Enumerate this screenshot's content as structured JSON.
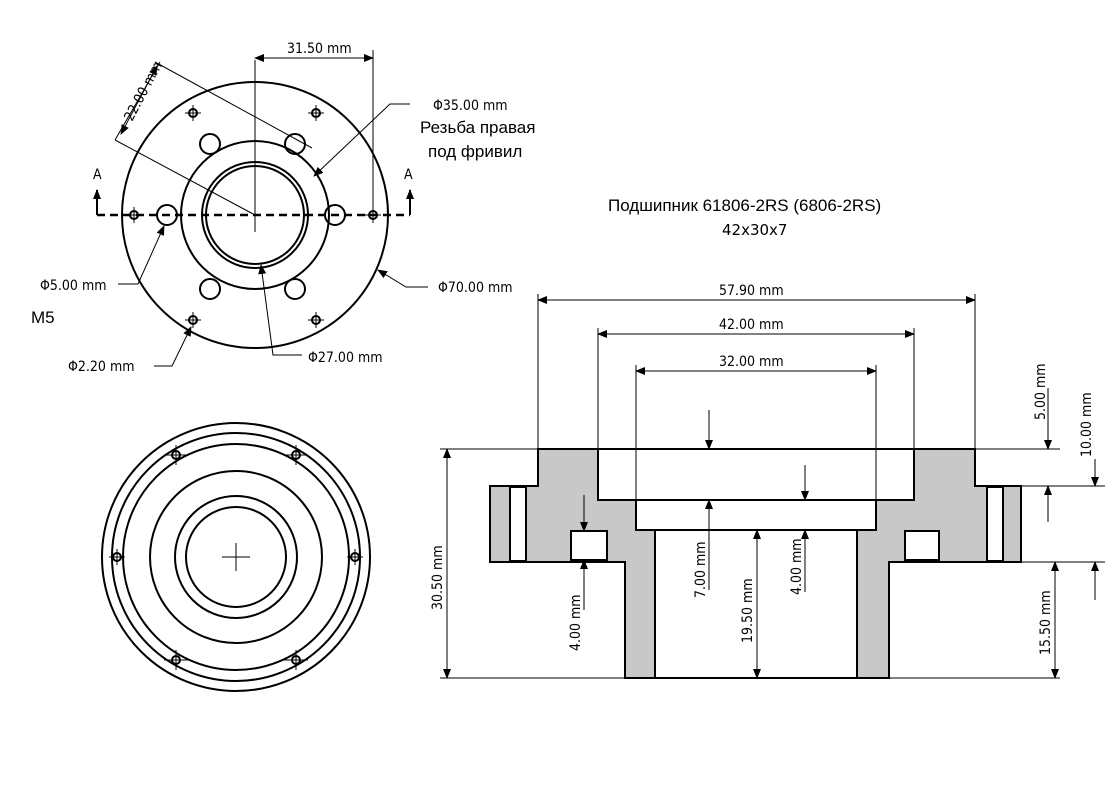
{
  "colors": {
    "line": "#000000",
    "section_fill": "#c8c8c8",
    "background": "#ffffff"
  },
  "top_view": {
    "dim_31_50": "31.50 mm",
    "dim_22_00": "22.00 mm",
    "dia_35": "Φ35.00 mm",
    "thread_note_1": "Резьба правая",
    "thread_note_2": "под фривил",
    "section_mark_left": "A",
    "section_mark_right": "A",
    "dia_5": "Φ5.00 mm",
    "m5": "M5",
    "dia_70": "Φ70.00 mm",
    "dia_2_20": "Φ2.20 mm",
    "dia_27": "Φ27.00 mm"
  },
  "bearing": {
    "title": "Подшипник 61806-2RS (6806-2RS)",
    "size": "42x30x7"
  },
  "section_view": {
    "dim_57_90": "57.90 mm",
    "dim_42_00": "42.00 mm",
    "dim_32_00": "32.00 mm",
    "dim_5_00": "5.00 mm",
    "dim_10_00": "10.00 mm",
    "dim_30_50": "30.50 mm",
    "dim_4_00_left": "4.00 mm",
    "dim_7_00": "7.00 mm",
    "dim_19_50": "19.50 mm",
    "dim_4_00_mid": "4.00 mm",
    "dim_15_50": "15.50 mm"
  }
}
